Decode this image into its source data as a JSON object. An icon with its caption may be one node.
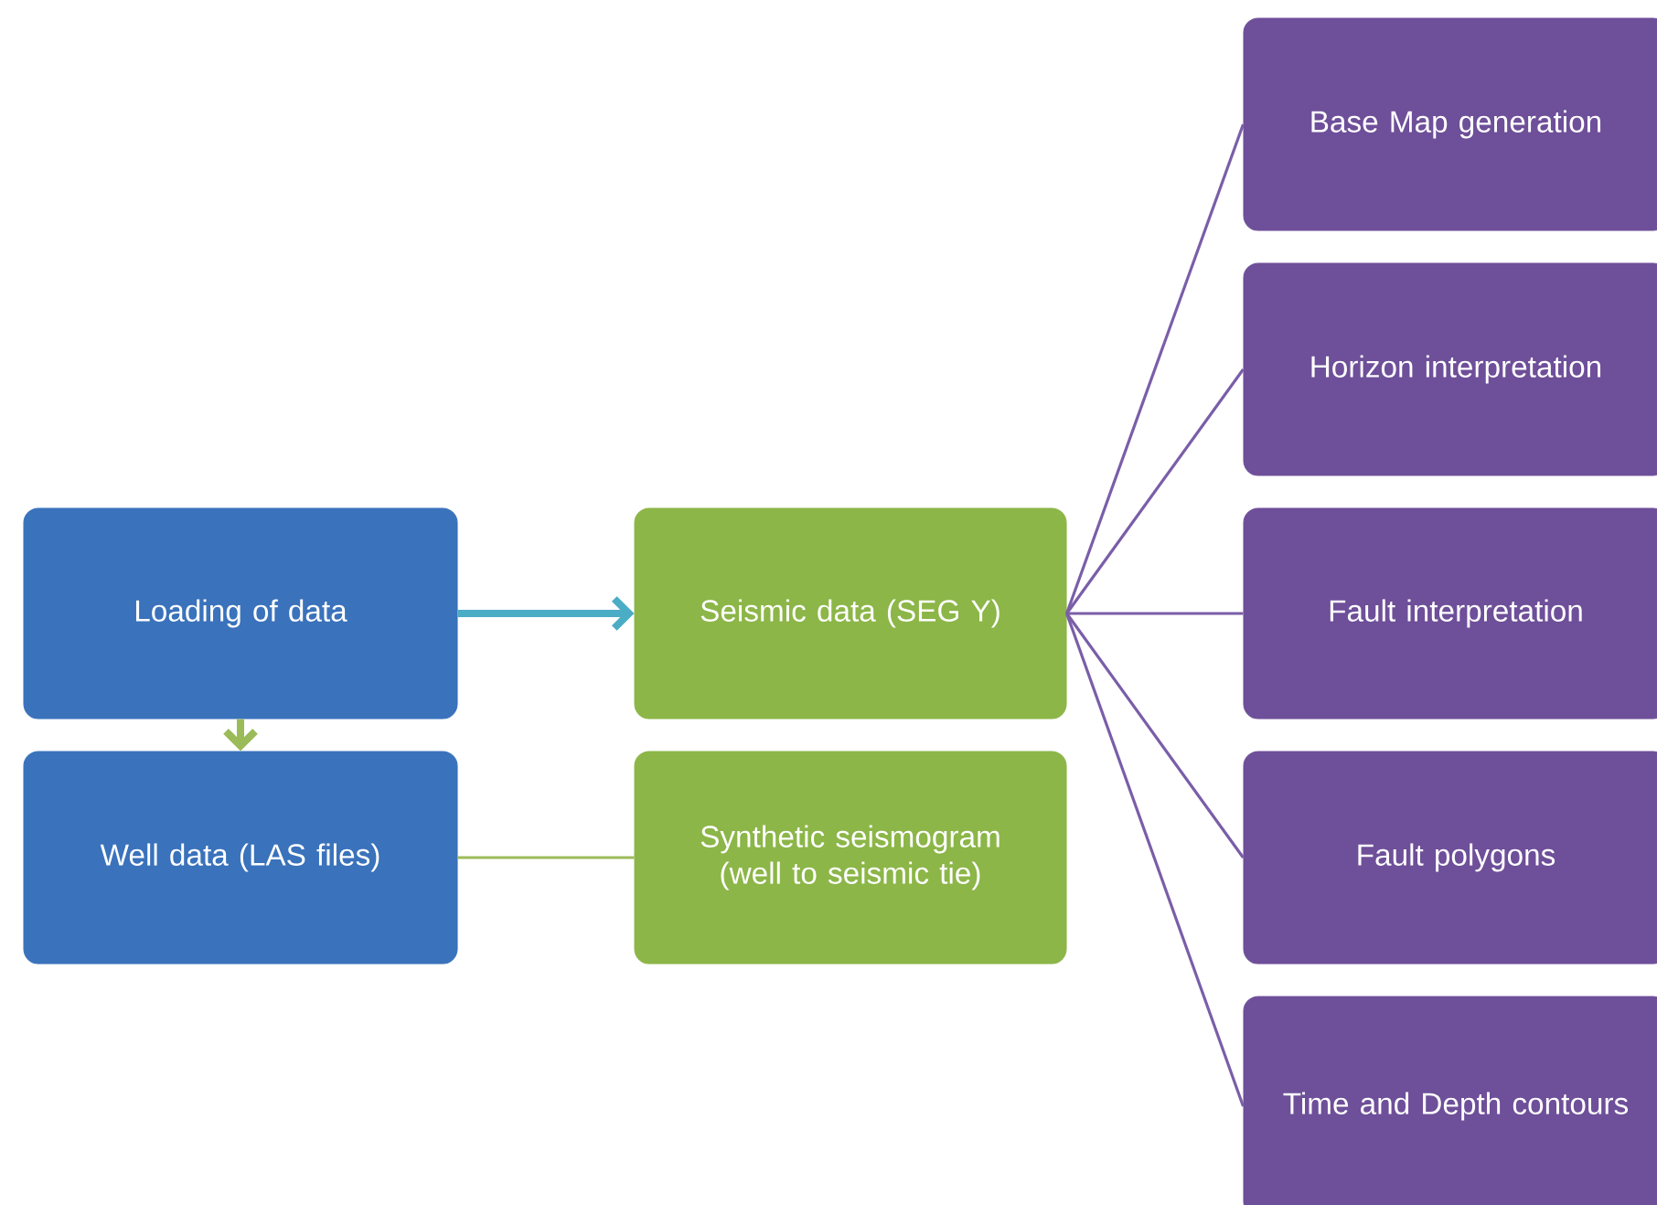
{
  "diagram": {
    "nodes": [
      {
        "text": [
          "Loading of data"
        ]
      },
      {
        "text": [
          "Well data (LAS files)"
        ]
      },
      {
        "text": [
          "Seismic data (SEG Y)"
        ]
      },
      {
        "text": [
          "Synthetic seismogram (well to seismic tie)"
        ]
      },
      {
        "text": [
          "Base Map generation"
        ]
      },
      {
        "text": [
          "Horizon interpretation"
        ]
      },
      {
        "text": [
          "Fault interpretation"
        ]
      },
      {
        "text": [
          "Fault polygons"
        ]
      },
      {
        "text": [
          "Time and Depth contours"
        ]
      }
    ],
    "edges": [
      {
        "from": 0,
        "to": 2,
        "arrow": "to",
        "style": "thick",
        "color": "#4bacc6"
      },
      {
        "from": 0,
        "to": 1,
        "arrow": "to",
        "style": "thick",
        "color": "#9bbb59"
      },
      {
        "from": 1,
        "to": 3,
        "arrow": "none",
        "color": "#9bbb59"
      },
      {
        "from": 2,
        "to": 4,
        "arrow": "none"
      },
      {
        "from": 2,
        "to": 5,
        "arrow": "none"
      },
      {
        "from": 2,
        "to": 6,
        "arrow": "none"
      },
      {
        "from": 2,
        "to": 7,
        "arrow": "none"
      },
      {
        "from": 2,
        "to": 8,
        "arrow": "none"
      }
    ]
  }
}
